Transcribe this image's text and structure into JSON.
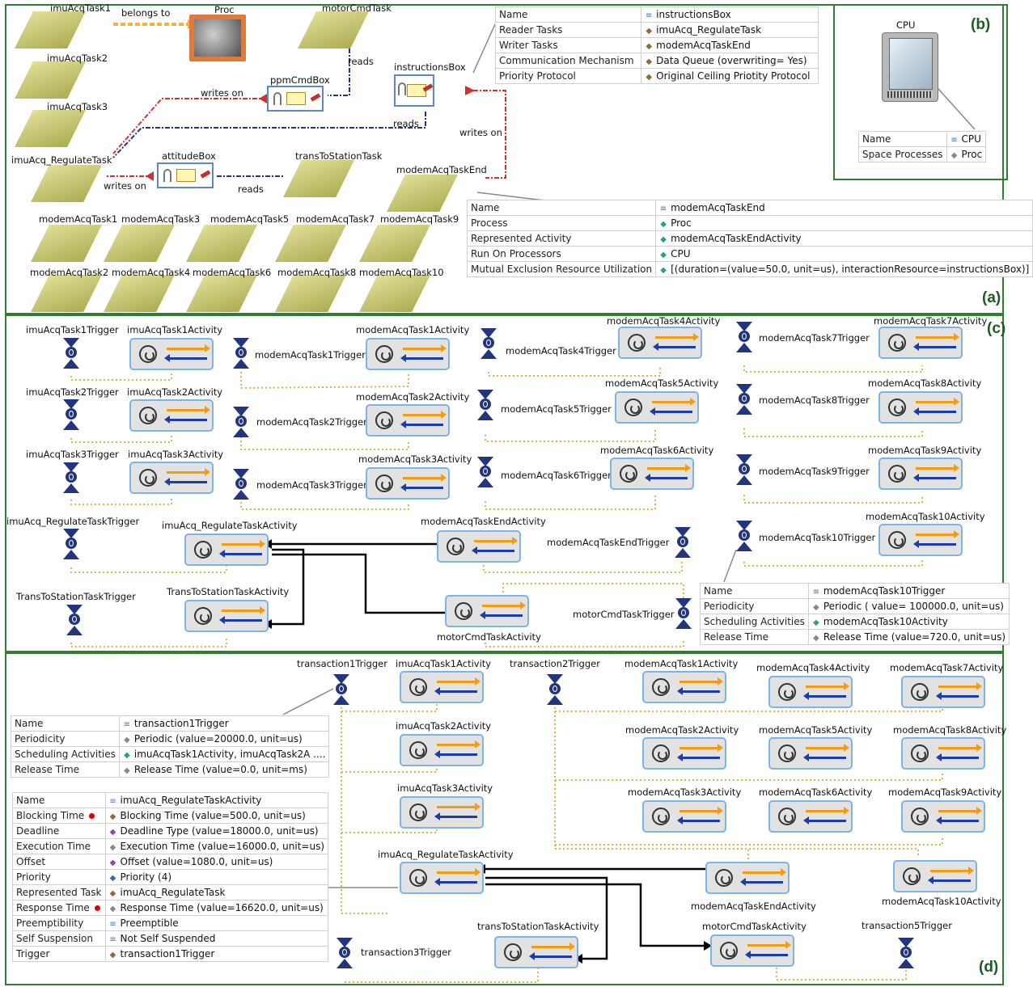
{
  "panels": {
    "a": "(a)",
    "b": "(b)",
    "c": "(c)",
    "d": "(d)"
  },
  "a": {
    "tasks": [
      "imuAcqTask1",
      "imuAcqTask2",
      "imuAcqTask3",
      "imuAcq_RegulateTask",
      "motorCmdTask",
      "transToStationTask",
      "modemAcqTaskEnd",
      "modemAcqTask1",
      "modemAcqTask3",
      "modemAcqTask5",
      "modemAcqTask7",
      "modemAcqTask9",
      "modemAcqTask2",
      "modemAcqTask4",
      "modemAcqTask6",
      "modemAcqTask8",
      "modemAcqTask10"
    ],
    "proc": "Proc",
    "boxes": [
      "ppmCmdBox",
      "instructionsBox",
      "attitudeBox"
    ],
    "edge_labels": {
      "belongs_to": "belongs to",
      "reads": "reads",
      "writes_on": "writes on"
    },
    "instructions_props": [
      {
        "k": "Name",
        "v": "instructionsBox"
      },
      {
        "k": "Reader Tasks",
        "v": "imuAcq_RegulateTask"
      },
      {
        "k": "Writer Tasks",
        "v": "modemAcqTaskEnd"
      },
      {
        "k": "Communication Mechanism",
        "v": "Data Queue (overwriting= Yes)"
      },
      {
        "k": "Priority Protocol",
        "v": "Original Ceiling Priotity Protocol"
      }
    ],
    "task_props": [
      {
        "k": "Name",
        "v": "modemAcqTaskEnd"
      },
      {
        "k": "Process",
        "v": "Proc"
      },
      {
        "k": "Represented Activity",
        "v": "modemAcqTaskEndActivity"
      },
      {
        "k": "Run On Processors",
        "v": "CPU"
      },
      {
        "k": "Mutual Exclusion Resource Utilization",
        "v": "[(duration=(value=50.0, unit=us), interactionResource=instructionsBox)]"
      }
    ]
  },
  "b": {
    "cpu": "CPU",
    "props": [
      {
        "k": "Name",
        "v": "CPU"
      },
      {
        "k": "Space Processes",
        "v": "Proc"
      }
    ]
  },
  "c": {
    "triggers": [
      "imuAcqTask1Trigger",
      "imuAcqTask2Trigger",
      "imuAcqTask3Trigger",
      "imuAcq_RegulateTaskTrigger",
      "TransToStationTaskTrigger",
      "modemAcqTask1Trigger",
      "modemAcqTask2Trigger",
      "modemAcqTask3Trigger",
      "modemAcqTask4Trigger",
      "modemAcqTask5Trigger",
      "modemAcqTask6Trigger",
      "modemAcqTaskEndTrigger",
      "motorCmdTaskTrigger",
      "modemAcqTask7Trigger",
      "modemAcqTask8Trigger",
      "modemAcqTask9Trigger",
      "modemAcqTask10Trigger"
    ],
    "activities": [
      "imuAcqTask1Activity",
      "imuAcqTask2Activity",
      "imuAcqTask3Activity",
      "imuAcq_RegulateTaskActivity",
      "TransToStationTaskActivity",
      "modemAcqTask1Activity",
      "modemAcqTask2Activity",
      "modemAcqTask3Activity",
      "modemAcqTask4Activity",
      "modemAcqTask5Activity",
      "modemAcqTask6Activity",
      "modemAcqTaskEndActivity",
      "motorCmdTaskActivity",
      "modemAcqTask7Activity",
      "modemAcqTask8Activity",
      "modemAcqTask9Activity",
      "modemAcqTask10Activity"
    ],
    "props": [
      {
        "k": "Name",
        "v": "modemAcqTask10Trigger",
        "i": "list"
      },
      {
        "k": "Periodicity",
        "v": "Periodic ( value= 100000.0, unit=us)",
        "i": "dia"
      },
      {
        "k": "Scheduling Activities",
        "v": "modemAcqTask10Activity",
        "i": "teal"
      },
      {
        "k": "Release Time",
        "v": "Release Time (value=720.0, unit=us)",
        "i": "dia"
      }
    ]
  },
  "d": {
    "triggers": [
      "transaction1Trigger",
      "transaction2Trigger",
      "transaction3Trigger",
      "transaction5Trigger"
    ],
    "activities": [
      "imuAcqTask1Activity",
      "imuAcqTask2Activity",
      "imuAcqTask3Activity",
      "imuAcq_RegulateTaskActivity",
      "transToStationTaskActivity",
      "modemAcqTask1Activity",
      "modemAcqTask2Activity",
      "modemAcqTask3Activity",
      "modemAcqTask4Activity",
      "modemAcqTask5Activity",
      "modemAcqTask6Activity",
      "modemAcqTask7Activity",
      "modemAcqTask8Activity",
      "modemAcqTask9Activity",
      "modemAcqTaskEndActivity",
      "motorCmdTaskActivity",
      "modemAcqTask10Activity"
    ],
    "props1": [
      {
        "k": "Name",
        "v": "transaction1Trigger",
        "i": "list"
      },
      {
        "k": "Periodicity",
        "v": "Periodic (value=20000.0, unit=us)",
        "i": "dia"
      },
      {
        "k": "Scheduling Activities",
        "v": "imuAcqTask1Activity, imuAcqTask2A ....",
        "i": "teal"
      },
      {
        "k": "Release Time",
        "v": "Release Time (value=0.0, unit=ms)",
        "i": "dia"
      }
    ],
    "props2": [
      {
        "k": "Name",
        "v": "imuAcq_RegulateTaskActivity",
        "i": "list"
      },
      {
        "k": "Blocking Time",
        "v": "Blocking Time (value=500.0, unit=us)",
        "i": "brown",
        "dot": true
      },
      {
        "k": "Deadline",
        "v": "Deadline Type (value=18000.0, unit=us)",
        "i": "purple"
      },
      {
        "k": "Execution Time",
        "v": "Execution Time (value=16000.0, unit=us)",
        "i": "dia"
      },
      {
        "k": "Offset",
        "v": "Offset (value=1080.0, unit=us)",
        "i": "purple"
      },
      {
        "k": "Priority",
        "v": "Priority (4)",
        "i": "blue"
      },
      {
        "k": "Represented Task",
        "v": "imuAcq_RegulateTask",
        "i": "brown"
      },
      {
        "k": "Response Time",
        "v": "Response Time (value=16620.0, unit=us)",
        "i": "dia",
        "dot": true
      },
      {
        "k": "Preemptibility",
        "v": "Preemptible",
        "i": "list"
      },
      {
        "k": "Self Suspension",
        "v": "Not Self Suspended",
        "i": "list"
      },
      {
        "k": "Trigger",
        "v": "transaction1Trigger",
        "i": "brown"
      }
    ]
  }
}
